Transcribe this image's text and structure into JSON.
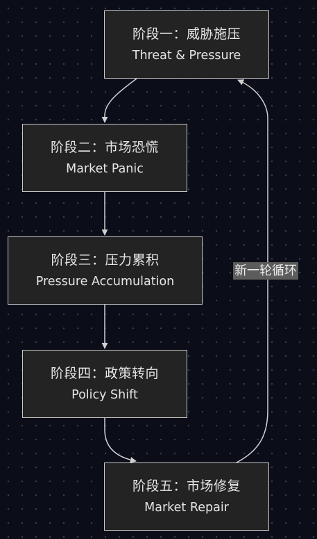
{
  "stages": [
    {
      "zh": "阶段一：威胁施压",
      "en": "Threat & Pressure"
    },
    {
      "zh": "阶段二：市场恐慌",
      "en": "Market Panic"
    },
    {
      "zh": "阶段三：压力累积",
      "en": "Pressure Accumulation"
    },
    {
      "zh": "阶段四：政策转向",
      "en": "Policy Shift"
    },
    {
      "zh": "阶段五：市场修复",
      "en": "Market Repair"
    }
  ],
  "loop_label": "新一轮循环",
  "colors": {
    "background": "#0b0d19",
    "node_fill": "#232323",
    "node_border": "#c8c8c8",
    "edge": "#d0d0d0",
    "label_bg": "#5c5c5c",
    "text": "#e6e6e6"
  }
}
